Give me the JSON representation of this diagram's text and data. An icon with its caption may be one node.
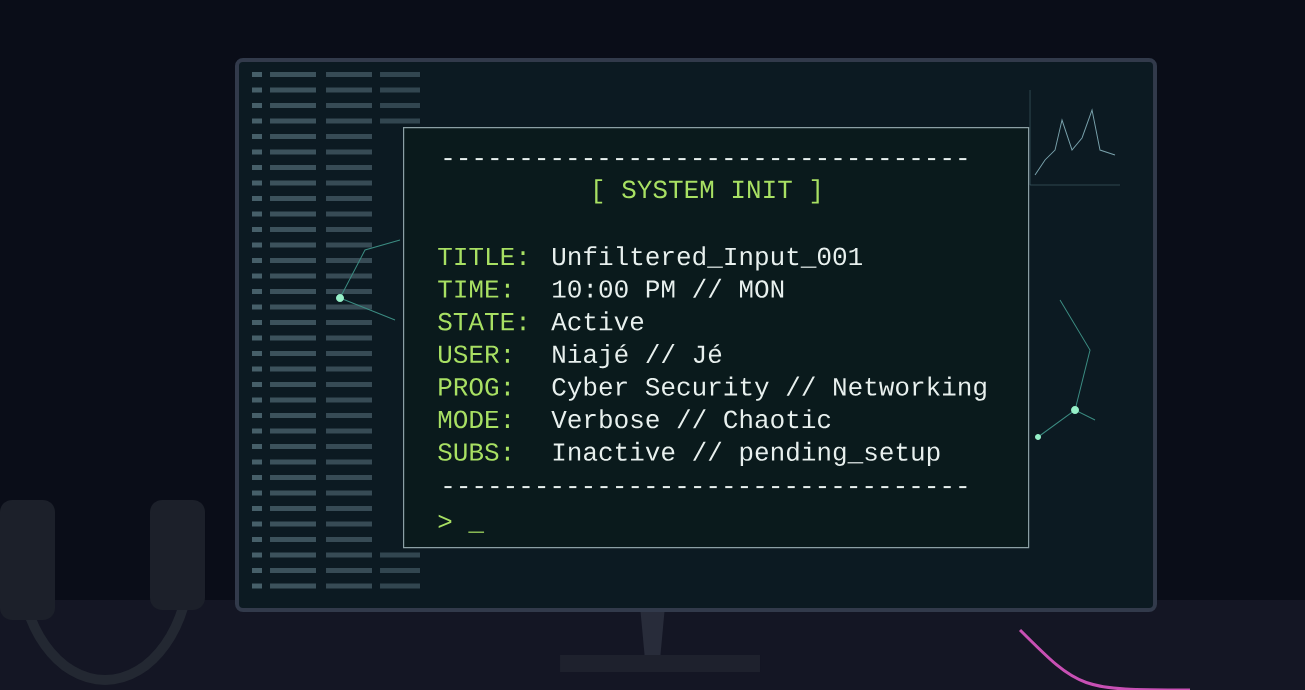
{
  "diagram": {
    "nodes": [
      {
        "text": [
          "----------------------------------",
          "[ SYSTEM INIT ]",
          "TITLE:",
          "Unfiltered_Input_001",
          "TIME:",
          "10:00 PM // MON",
          "STATE:",
          "Active",
          "USER:",
          "Niajé // Jé",
          "PROG:",
          "Cyber Security // Networking",
          "MODE:",
          "Verbose // Chaotic",
          "SUBS:",
          "Inactive // pending_setup",
          "----------------------------------",
          "> _"
        ]
      }
    ]
  }
}
